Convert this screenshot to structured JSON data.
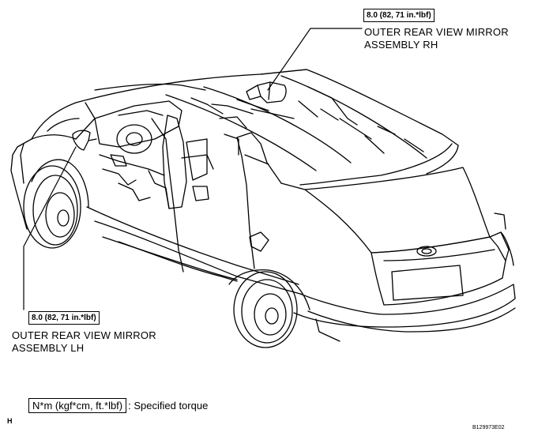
{
  "torque_rh": "8.0 (82, 71 in.*lbf)",
  "torque_lh": "8.0 (82, 71 in.*lbf)",
  "callout_rh": {
    "line1": "OUTER REAR VIEW MIRROR",
    "line2": "ASSEMBLY RH"
  },
  "callout_lh": {
    "line1": "OUTER REAR VIEW MIRROR",
    "line2": "ASSEMBLY LH"
  },
  "legend": {
    "unit": "N*m (kgf*cm, ft.*lbf)",
    "description": ": Specified torque"
  },
  "corner_mark": "H",
  "figure_code": "B129973E02"
}
